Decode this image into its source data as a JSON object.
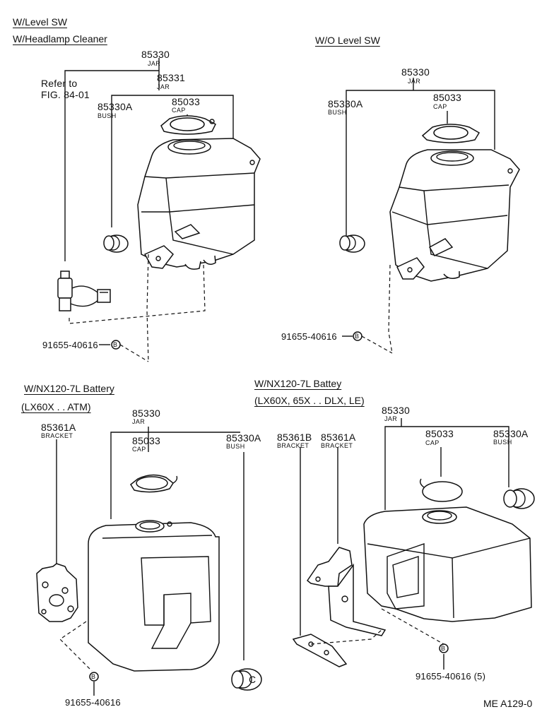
{
  "sections": {
    "top_left": {
      "title1": "W/Level SW",
      "title2": "W/Headlamp Cleaner"
    },
    "top_right": {
      "title": "W/O Level SW"
    },
    "bottom_left": {
      "title1": "W/NX120-7L Battery",
      "title2": "(LX60X . . ATM)"
    },
    "bottom_right": {
      "title1": "W/NX120-7L Battey",
      "title2": "(LX60X, 65X . . DLX, LE)"
    }
  },
  "labels": {
    "tl_jar_num": "85330",
    "tl_jar_name": "JAR",
    "tl_jar2_num": "85331",
    "tl_jar2_name": "JAR",
    "tl_ref1": "Refer to",
    "tl_ref2": "FIG. 84-01",
    "tl_bush_num": "85330A",
    "tl_bush_name": "BUSH",
    "tl_cap_num": "85033",
    "tl_cap_name": "CAP",
    "tl_bolt": "91655-40616",
    "tr_jar_num": "85330",
    "tr_jar_name": "JAR",
    "tr_bush_num": "85330A",
    "tr_bush_name": "BUSH",
    "tr_cap_num": "85033",
    "tr_cap_name": "CAP",
    "tr_bolt": "91655-40616",
    "bl_bracket_num": "85361A",
    "bl_bracket_name": "BRACKET",
    "bl_jar_num": "85330",
    "bl_jar_name": "JAR",
    "bl_cap_num": "85033",
    "bl_cap_name": "CAP",
    "bl_bush_num": "85330A",
    "bl_bush_name": "BUSH",
    "bl_bolt": "91655-40616",
    "br_jar_num": "85330",
    "br_jar_name": "JAR",
    "br_bracketb_num": "85361B",
    "br_bracketb_name": "BRACKET",
    "br_bracketa_num": "85361A",
    "br_bracketa_name": "BRACKET",
    "br_cap_num": "85033",
    "br_cap_name": "CAP",
    "br_bush_num": "85330A",
    "br_bush_name": "BUSH",
    "br_bolt": "91655-40616 (5)",
    "bolt_symbol": "B",
    "bush_symbol": "C",
    "figure_id": "ME A129-0"
  }
}
